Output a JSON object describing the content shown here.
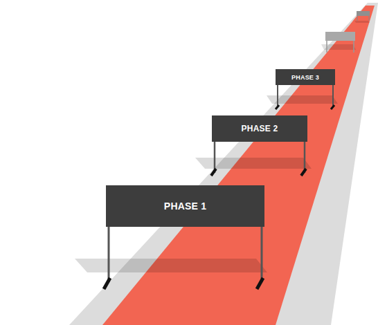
{
  "diagram": {
    "nodes": [
      {
        "text": [
          "PHASE 1"
        ]
      },
      {
        "text": [
          "PHASE 2"
        ]
      },
      {
        "text": [
          "PHASE 3"
        ]
      }
    ]
  }
}
